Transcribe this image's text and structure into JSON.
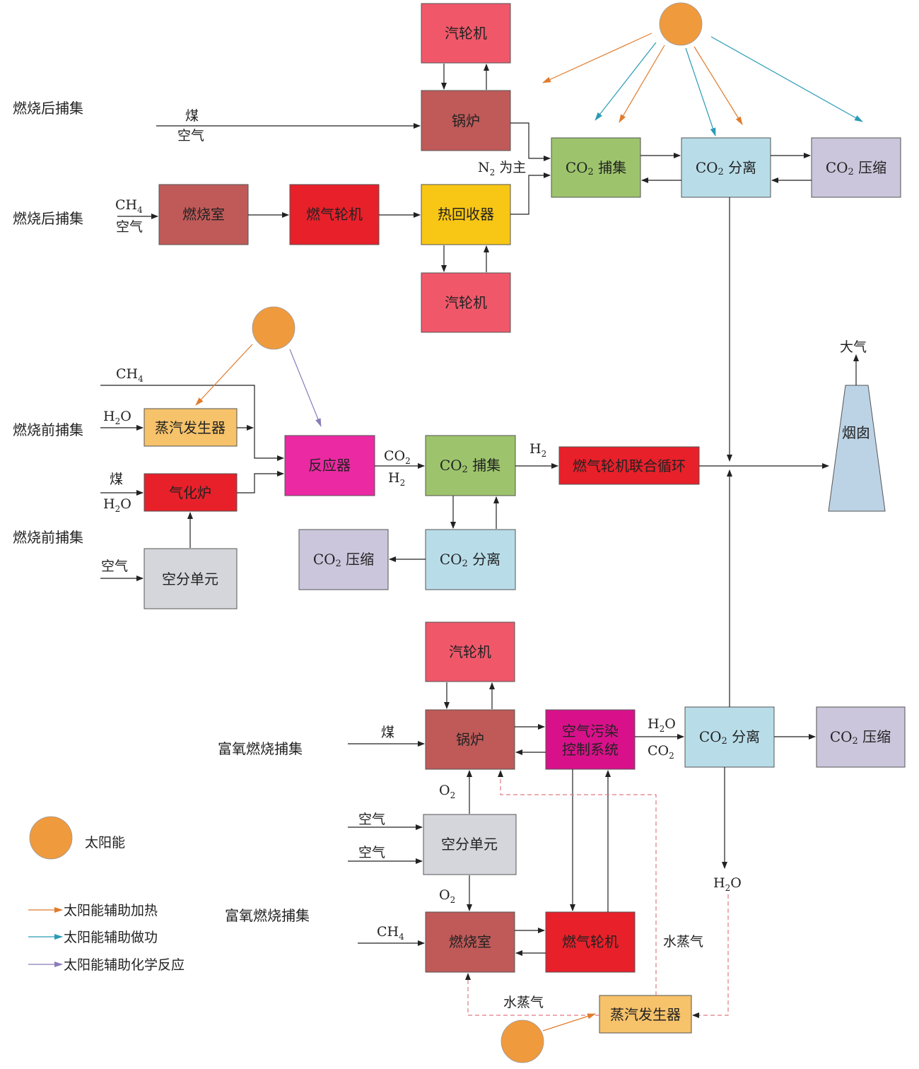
{
  "sections": {
    "post1": "燃烧后捕集",
    "post2": "燃烧后捕集",
    "pre1": "燃烧前捕集",
    "pre2": "燃烧前捕集",
    "oxy1": "富氧燃烧捕集",
    "oxy2": "富氧燃烧捕集"
  },
  "boxes": {
    "turbine_top": "汽轮机",
    "boiler_top": "锅炉",
    "combustion_chamber_top": "燃烧室",
    "gas_turbine_top": "燃气轮机",
    "heat_recovery": "热回收器",
    "turbine_mid": "汽轮机",
    "co2_capture_top_prefix": "CO",
    "co2_capture_top_suffix": " 捕集",
    "co2_separation_top_prefix": "CO",
    "co2_separation_top_suffix": " 分离",
    "co2_compression_top_prefix": "CO",
    "co2_compression_top_suffix": " 压缩",
    "steam_generator_pre": "蒸汽发生器",
    "gasifier": "气化炉",
    "air_separation_pre": "空分单元",
    "reactor": "反应器",
    "co2_capture_pre_prefix": "CO",
    "co2_capture_pre_suffix": " 捕集",
    "co2_separation_pre_prefix": "CO",
    "co2_separation_pre_suffix": " 分离",
    "co2_compression_pre_prefix": "CO",
    "co2_compression_pre_suffix": " 压缩",
    "igcc": "燃气轮机联合循环",
    "chimney": "烟囱",
    "turbine_oxy": "汽轮机",
    "boiler_oxy": "锅炉",
    "apc_line1": "空气污染",
    "apc_line2": "控制系统",
    "co2_separation_oxy_prefix": "CO",
    "co2_separation_oxy_suffix": " 分离",
    "co2_compression_oxy_prefix": "CO",
    "co2_compression_oxy_suffix": " 压缩",
    "air_separation_oxy": "空分单元",
    "combustion_chamber_oxy": "燃烧室",
    "gas_turbine_oxy": "燃气轮机",
    "steam_generator_oxy": "蒸汽发生器"
  },
  "labels": {
    "coal_1": "煤",
    "air_1": "空气",
    "ch4_1_main": "CH",
    "air_2": "空气",
    "n2_main": "N",
    "n2_suffix": " 为主",
    "atmosphere": "大气",
    "ch4_2_main": "CH",
    "h2o_1_main": "H",
    "h2o_1_tail": "O",
    "coal_2": "煤",
    "h2o_2_main": "H",
    "h2o_2_tail": "O",
    "air_3": "空气",
    "co2_r_main": "CO",
    "h2_r_main": "H",
    "h2_out_main": "H",
    "coal_3": "煤",
    "h2o_apc_main": "H",
    "h2o_apc_tail": "O",
    "co2_apc_main": "CO",
    "o2_1_main": "O",
    "air_4": "空气",
    "air_5": "空气",
    "o2_2_main": "O",
    "ch4_3_main": "CH",
    "h2o_3_main": "H",
    "h2o_3_tail": "O",
    "steam_1": "水蒸气",
    "steam_2": "水蒸气",
    "sub_2": "2",
    "sub_4": "4"
  },
  "legend": {
    "solar": "太阳能",
    "heating": "太阳能辅助加热",
    "work": "太阳能辅助做功",
    "reaction": "太阳能辅助化学反应"
  },
  "colors": {
    "solar": "#f09a3e",
    "turbine": "#f0586a",
    "boiler": "#bf5a58",
    "gas_turbine": "#e8202a",
    "heat_recovery": "#f8c614",
    "capture": "#9dc46c",
    "separation": "#b8dde9",
    "compression": "#cbc6dc",
    "steam_generator": "#f6c26a",
    "reactor": "#eb29a3",
    "air_separation": "#d5d6db",
    "apc": "#d8118a",
    "chimney": "#bcd3e6",
    "heating_arrow": "#e07b2c",
    "work_arrow": "#2a9bb5",
    "reaction_arrow": "#8a7cb8"
  }
}
